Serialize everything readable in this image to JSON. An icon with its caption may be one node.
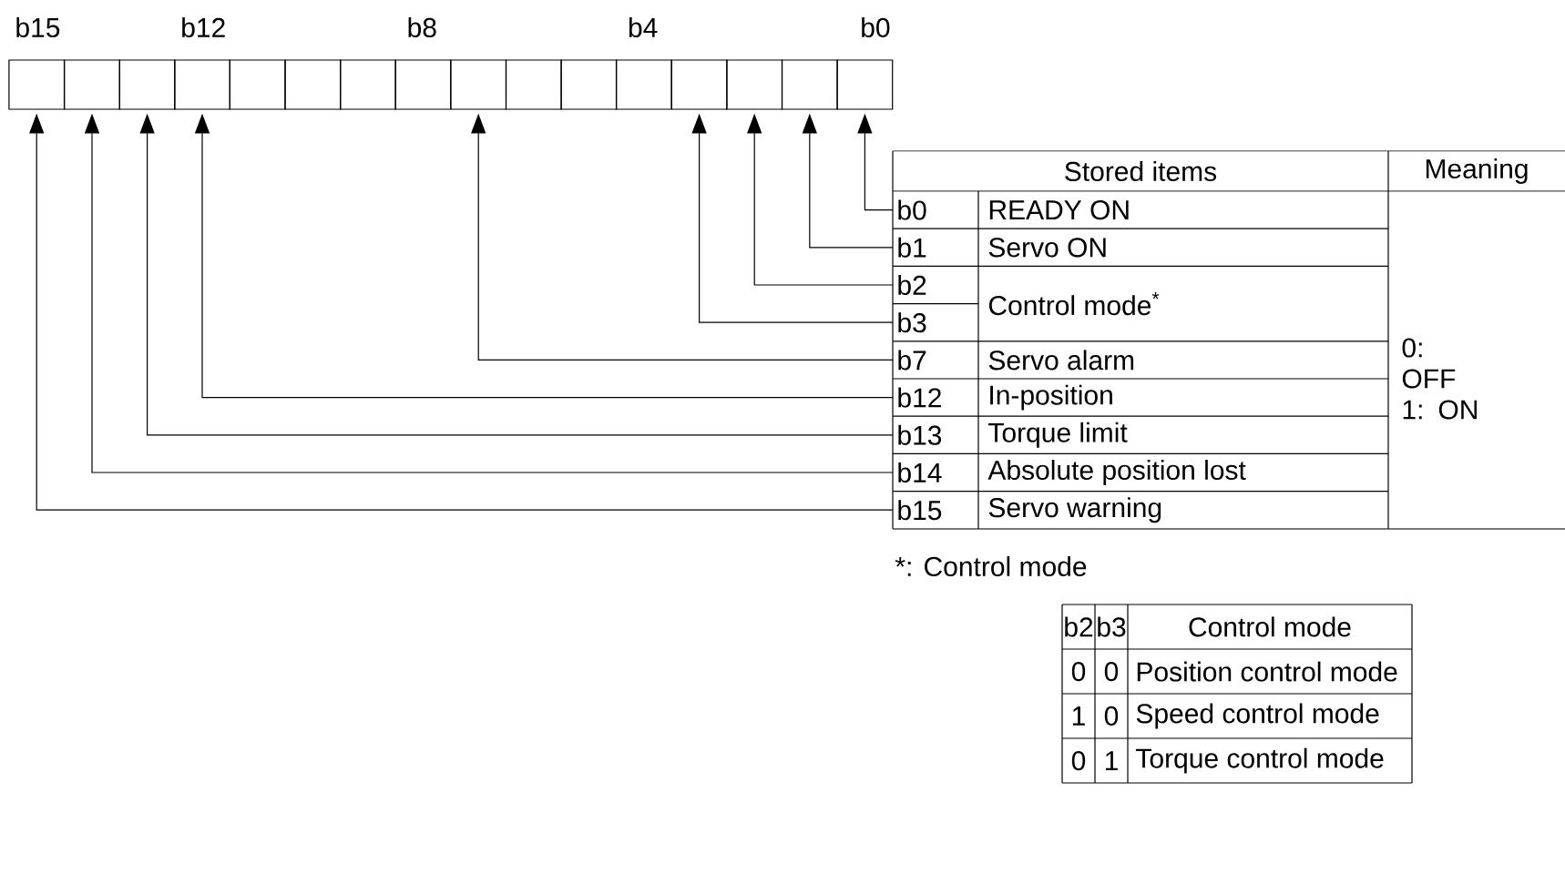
{
  "diagram": {
    "nodes": [
      {
        "text": [],
        "shape": "box"
      },
      {
        "text": [],
        "shape": "box"
      },
      {
        "text": [],
        "shape": "box"
      },
      {
        "text": [],
        "shape": "box"
      },
      {
        "text": [],
        "shape": "box"
      },
      {
        "text": [],
        "shape": "box"
      },
      {
        "text": [],
        "shape": "box"
      },
      {
        "text": [],
        "shape": "box"
      },
      {
        "text": [],
        "shape": "box"
      },
      {
        "text": [],
        "shape": "box"
      },
      {
        "text": [],
        "shape": "box"
      },
      {
        "text": [],
        "shape": "box"
      },
      {
        "text": [],
        "shape": "box"
      },
      {
        "text": [],
        "shape": "box"
      },
      {
        "text": [],
        "shape": "box"
      },
      {
        "text": [],
        "shape": "box"
      },
      {
        "text": [
          "b0"
        ]
      },
      {
        "text": [
          "b1"
        ]
      },
      {
        "text": [
          "b2"
        ]
      },
      {
        "text": [
          "b3"
        ]
      },
      {
        "text": [
          "b7"
        ]
      },
      {
        "text": [
          "b12"
        ]
      },
      {
        "text": [
          "b13"
        ]
      },
      {
        "text": [
          "b14"
        ]
      },
      {
        "text": [
          "b15"
        ]
      }
    ],
    "edges": [
      {
        "from": 16,
        "to": 15,
        "arrow": "to"
      },
      {
        "from": 17,
        "to": 14,
        "arrow": "to"
      },
      {
        "from": 18,
        "to": 13,
        "arrow": "to"
      },
      {
        "from": 19,
        "to": 12,
        "arrow": "to"
      },
      {
        "from": 20,
        "to": 8,
        "arrow": "to"
      },
      {
        "from": 21,
        "to": 3,
        "arrow": "to"
      },
      {
        "from": 22,
        "to": 2,
        "arrow": "to"
      },
      {
        "from": 23,
        "to": 1,
        "arrow": "to"
      },
      {
        "from": 24,
        "to": 0,
        "arrow": "to"
      }
    ],
    "labels": [
      "b15",
      "b12",
      "b8",
      "b4",
      "b0",
      "Stored items",
      "Meaning",
      "READY ON",
      "Servo ON",
      "Control mode$^{*}$",
      "0: OFF 1: ON",
      "Servo alarm",
      "In-position",
      "Torque limit",
      "Absolute position lost",
      "Servo warning",
      "*: Control mode",
      "b2",
      "b3",
      "Control mode",
      "0",
      "0",
      "Position control mode",
      "1",
      "0",
      "Speed control mode",
      "0",
      "1",
      "Torque control mode"
    ]
  }
}
